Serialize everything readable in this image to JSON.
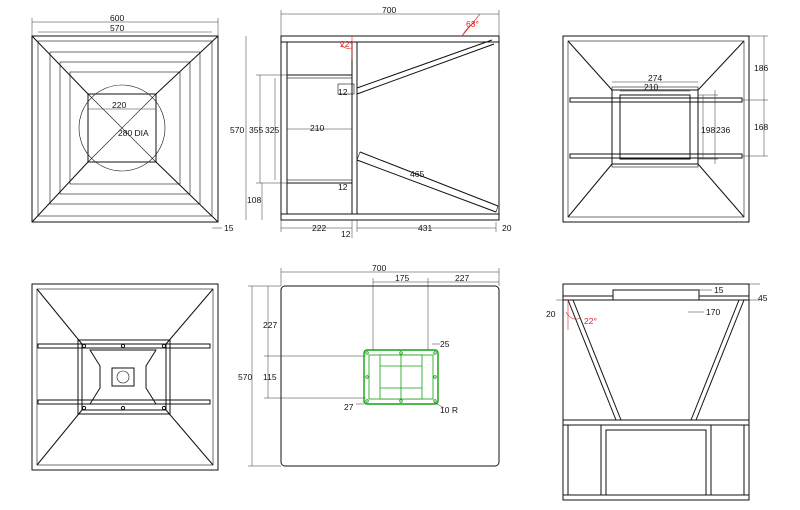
{
  "colors": {
    "line": "#111111",
    "angle": "#dd2222",
    "flange": "#12a012"
  },
  "views": {
    "front_top": {
      "w1": "600",
      "w2": "570",
      "throat": "220",
      "dia": "280 DIA",
      "wall": "15"
    },
    "side_top": {
      "width": "700",
      "angle_top": "63°",
      "angle_small": "22°",
      "height": "570",
      "h355": "355",
      "h325": "325",
      "w210": "210",
      "t12a": "12",
      "t12b": "12",
      "h108": "108",
      "diag": "465",
      "w222": "222",
      "t12c": "12",
      "w431": "431",
      "t20": "20"
    },
    "end_top": {
      "h186": "186",
      "h168": "168",
      "w274": "274",
      "w210": "210",
      "h198": "198",
      "h236": "236"
    },
    "face_bottom": {
      "width": "700",
      "w175": "175",
      "w227": "227",
      "h570": "570",
      "h227": "227",
      "h115": "115",
      "t25": "25",
      "t27": "27",
      "r10": "10 R"
    },
    "section_bottom": {
      "t15": "15",
      "t45": "45",
      "t20": "20",
      "angle": "22°",
      "w170": "170"
    }
  }
}
